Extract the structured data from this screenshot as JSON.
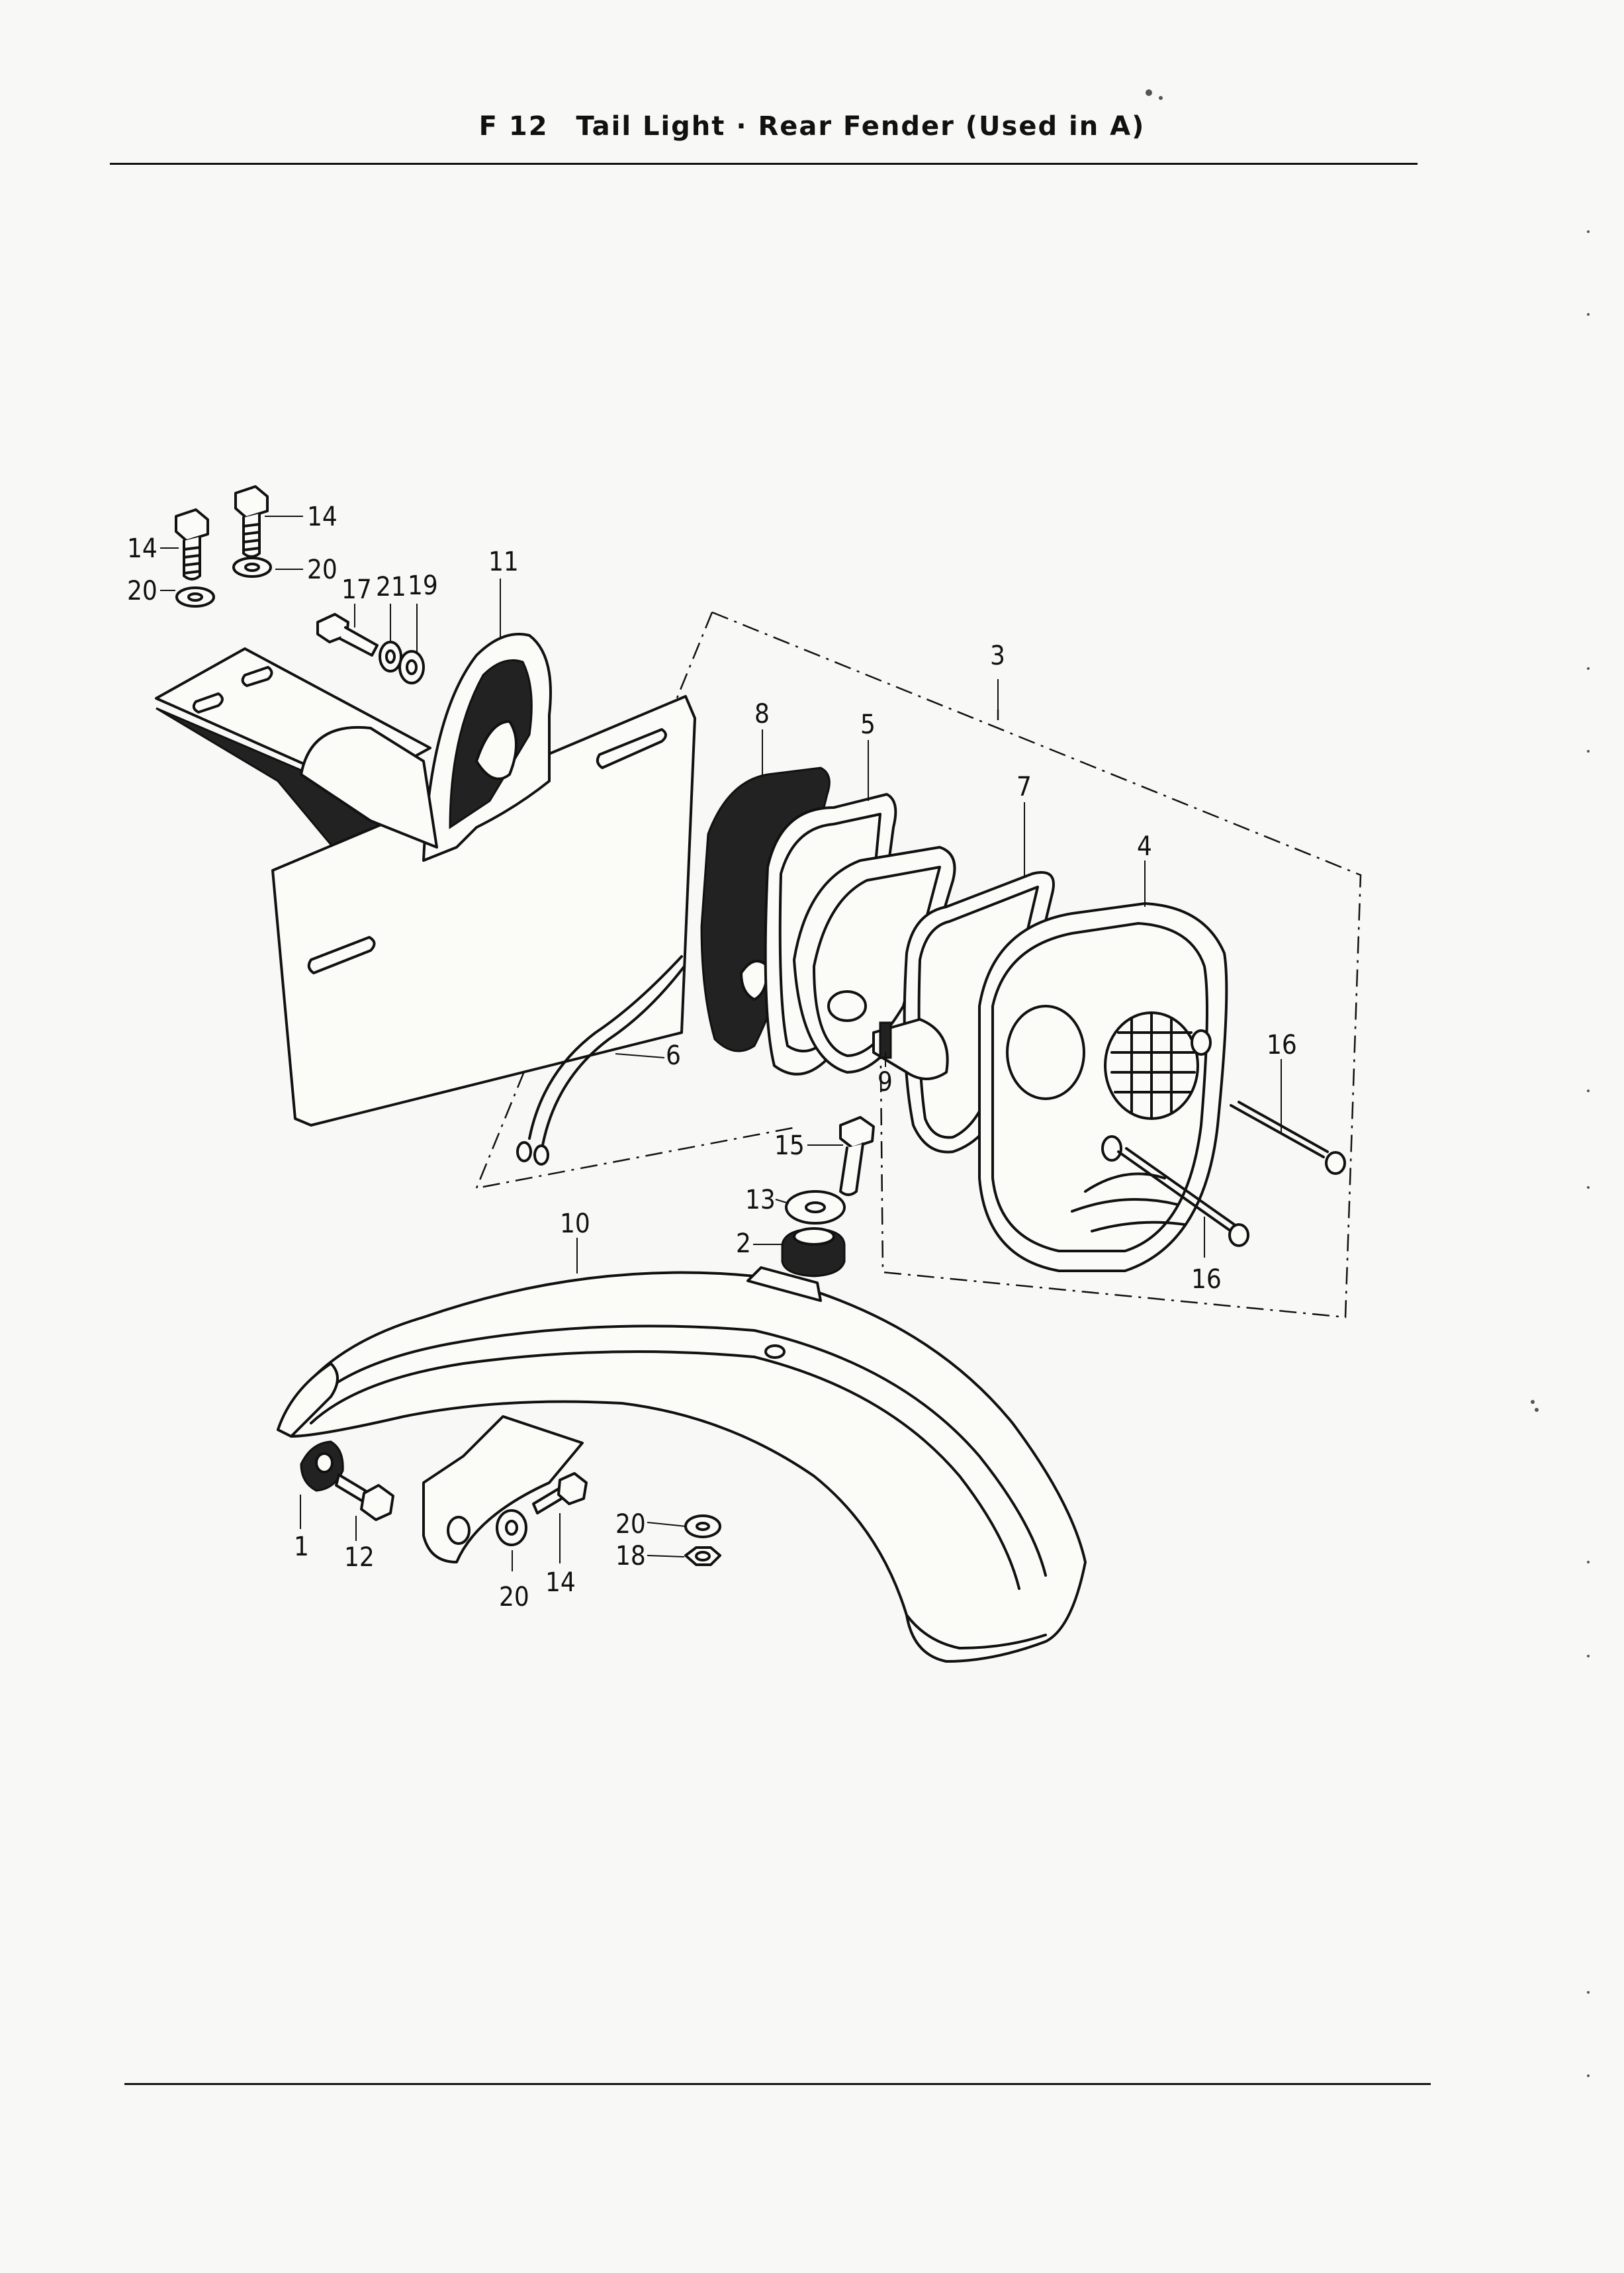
{
  "header": {
    "page_code": "F 12",
    "title": "Tail Light · Rear Fender (Used in A)"
  },
  "callouts": {
    "c1": "1",
    "c2": "2",
    "c3": "3",
    "c4": "4",
    "c5": "5",
    "c6": "6",
    "c7": "7",
    "c8": "8",
    "c9": "9",
    "c10": "10",
    "c11": "11",
    "c12": "12",
    "c13": "13",
    "c14a": "14",
    "c14b": "14",
    "c14c": "14",
    "c15": "15",
    "c16a": "16",
    "c16b": "16",
    "c17": "17",
    "c18": "18",
    "c19": "19",
    "c20a": "20",
    "c20b": "20",
    "c20c": "20",
    "c20d": "20",
    "c21": "21"
  },
  "colors": {
    "ink": "#111111",
    "paper": "#f8f8f6"
  }
}
